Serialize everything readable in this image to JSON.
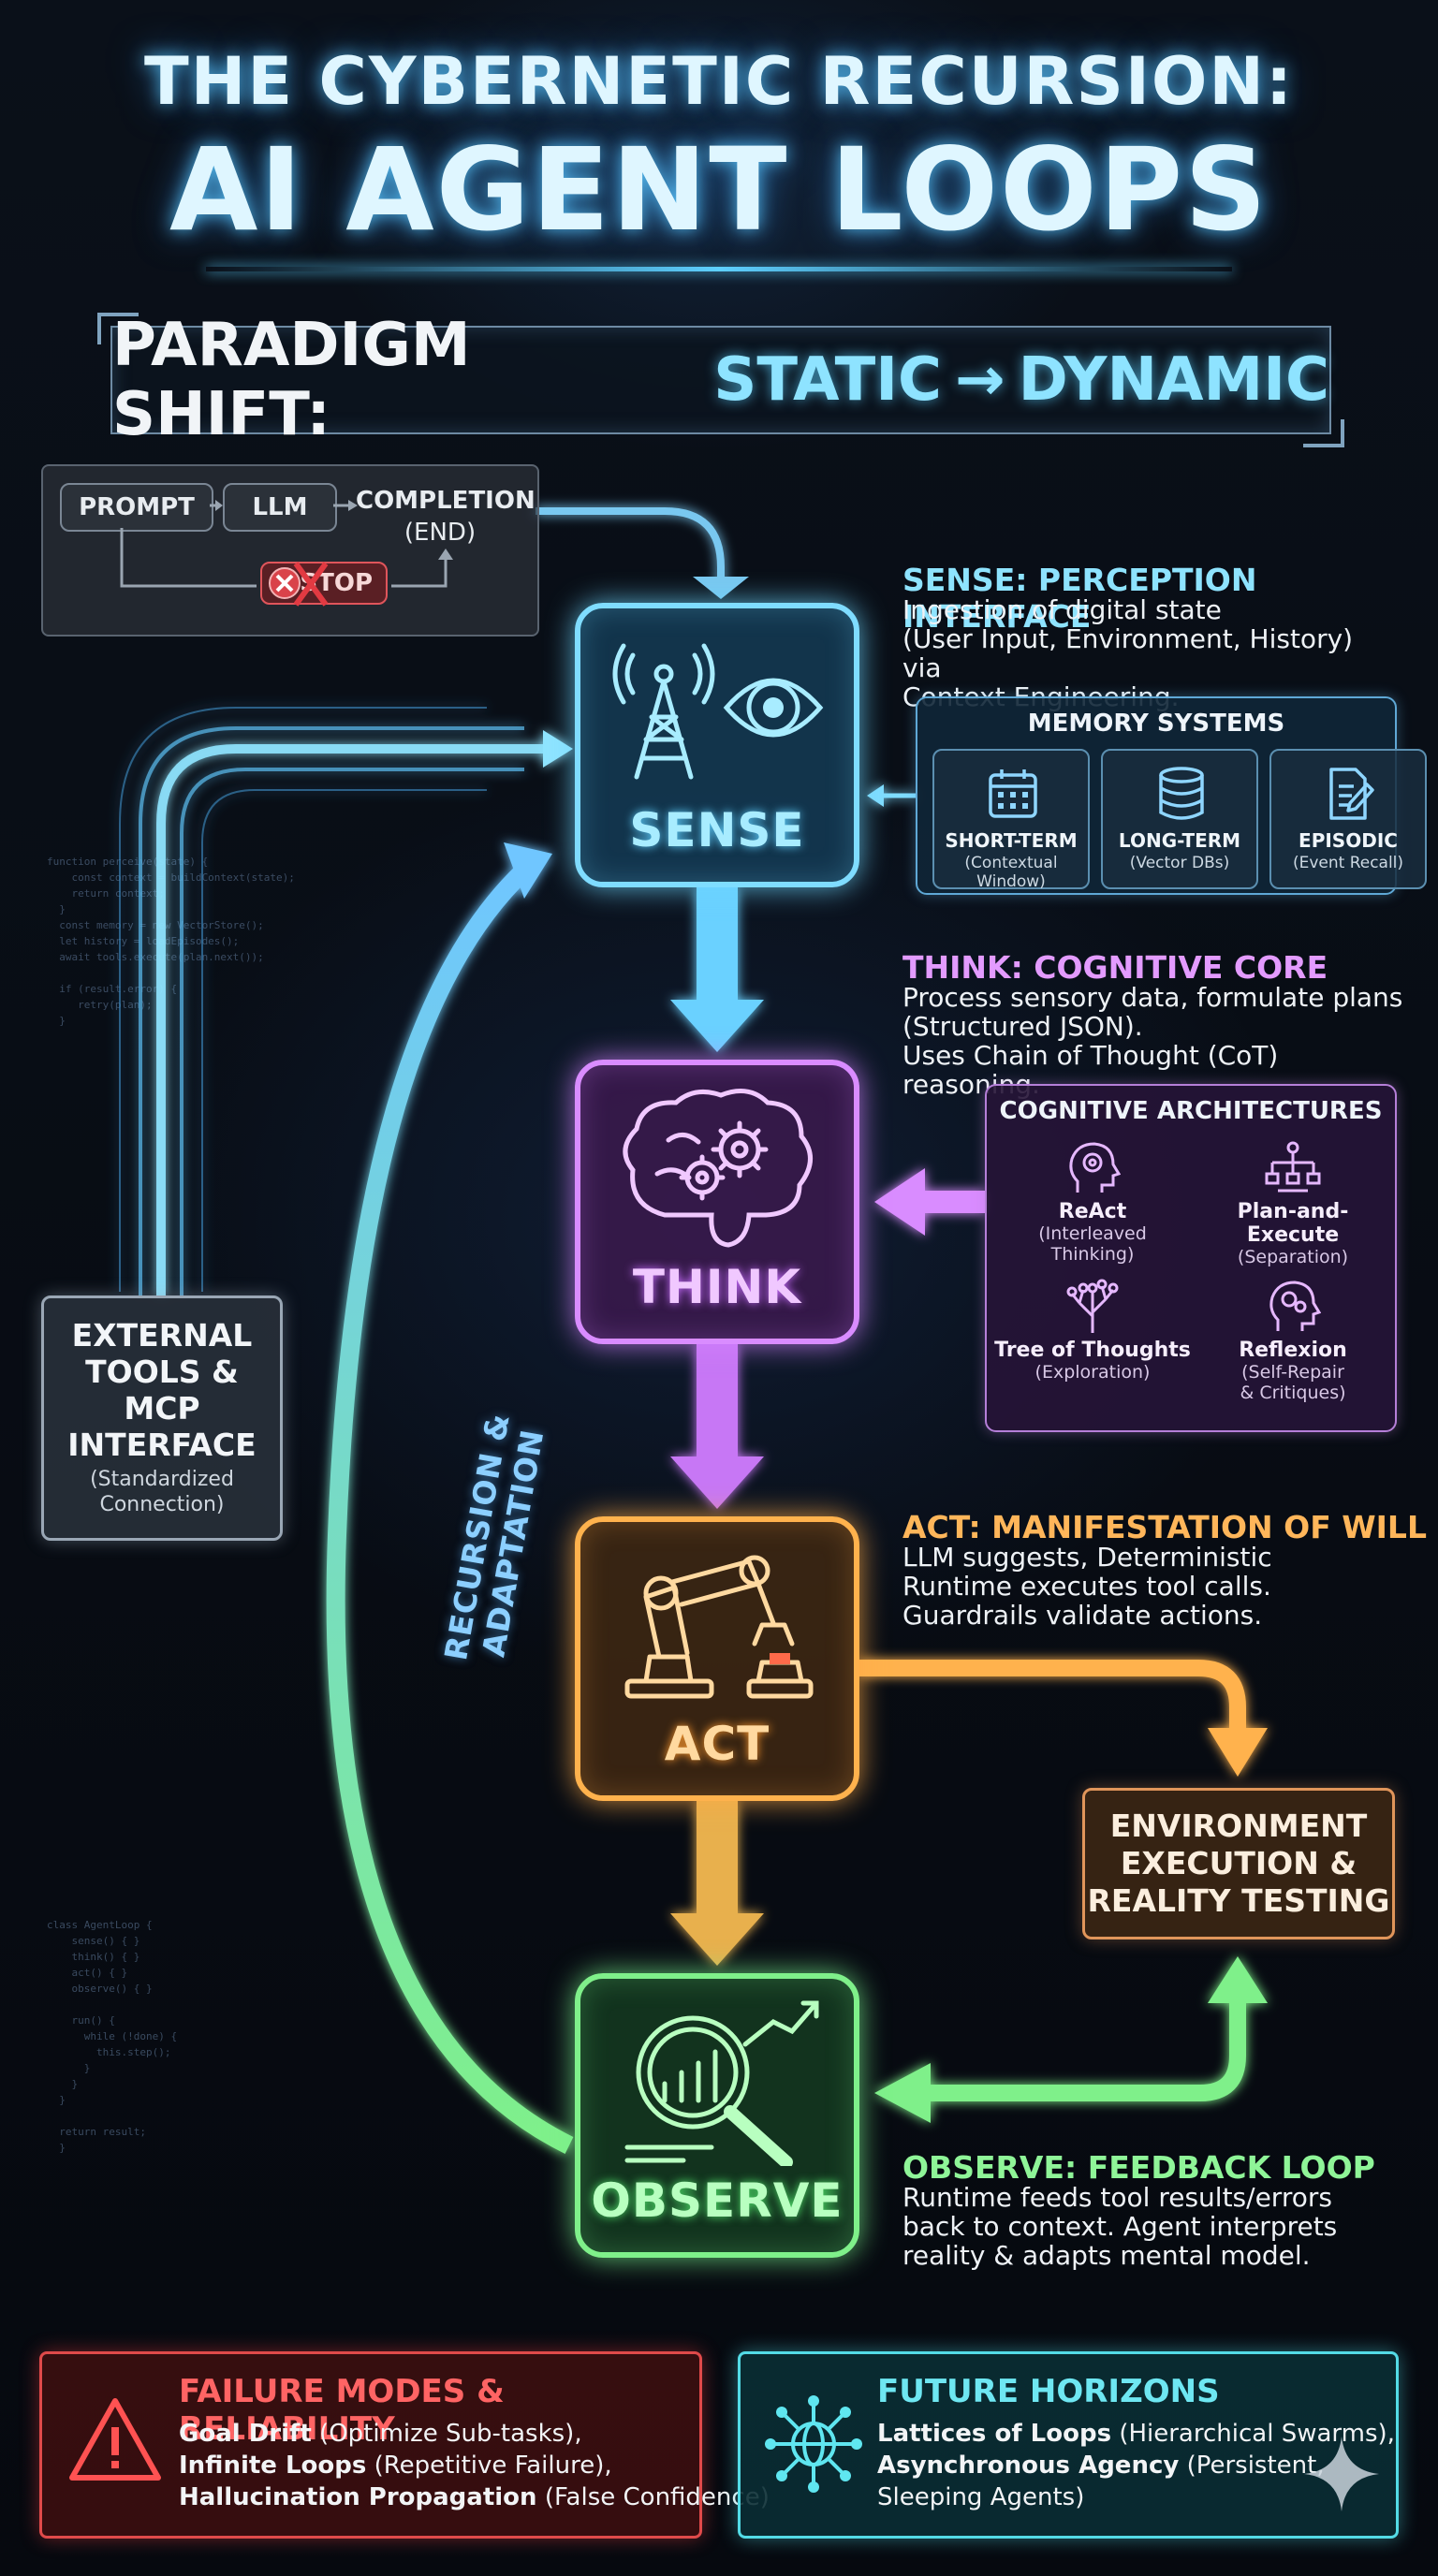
{
  "title": {
    "line1": "THE CYBERNETIC RECURSION:",
    "line2": "AI AGENT LOOPS"
  },
  "paradigm": {
    "prefix": "PARADIGM SHIFT:",
    "from": "STATIC",
    "arrow": "→",
    "to": "DYNAMIC"
  },
  "legacy": {
    "prompt": "PROMPT",
    "llm": "LLM",
    "completion": "COMPLETION",
    "end": "(END)",
    "stop": "STOP"
  },
  "nodes": {
    "sense": "SENSE",
    "think": "THINK",
    "act": "ACT",
    "observe": "OBSERVE"
  },
  "sense_section": {
    "title": "SENSE: PERCEPTION INTERFACE",
    "body": "Ingestion of digital state\n(User Input, Environment, History) via\nContext Engineering."
  },
  "memory": {
    "title": "MEMORY SYSTEMS",
    "items": [
      {
        "title": "SHORT-TERM",
        "sub": "(Contextual Window)"
      },
      {
        "title": "LONG-TERM",
        "sub": "(Vector DBs)"
      },
      {
        "title": "EPISODIC",
        "sub": "(Event Recall)"
      }
    ]
  },
  "think_section": {
    "title": "THINK: COGNITIVE CORE",
    "body": "Process sensory data, formulate plans\n(Structured JSON).\nUses Chain of Thought (CoT) reasoning."
  },
  "architectures": {
    "title": "COGNITIVE ARCHITECTURES",
    "items": [
      {
        "title": "ReAct",
        "sub": "(Interleaved Thinking)"
      },
      {
        "title": "Plan-and-Execute",
        "sub": "(Separation)"
      },
      {
        "title": "Tree of Thoughts",
        "sub": "(Exploration)"
      },
      {
        "title": "Reflexion",
        "sub": "(Self-Repair\n& Critiques)"
      }
    ]
  },
  "act_section": {
    "title": "ACT: MANIFESTATION OF WILL",
    "body": "LLM suggests, Deterministic\nRuntime executes tool calls.\nGuardrails validate actions."
  },
  "observe_section": {
    "title": "OBSERVE: FEEDBACK LOOP",
    "body": "Runtime feeds tool results/errors\nback to context. Agent interprets\nreality & adapts mental model."
  },
  "external_tools": {
    "title": "EXTERNAL\nTOOLS &\nMCP\nINTERFACE",
    "sub": "(Standardized\nConnection)"
  },
  "environment": {
    "title": "ENVIRONMENT\nEXECUTION &\nREALITY TESTING"
  },
  "recursion_label": "RECURSION & ADAPTATION",
  "failure": {
    "title": "FAILURE MODES & RELIABILITY",
    "lines": [
      {
        "bold": "Goal Drift",
        "rest": " (Optimize Sub-tasks),"
      },
      {
        "bold": "Infinite Loops",
        "rest": " (Repetitive Failure),"
      },
      {
        "bold": "Hallucination Propagation",
        "rest": " (False Confidence)"
      }
    ]
  },
  "future": {
    "title": "FUTURE HORIZONS",
    "lines": [
      {
        "bold": "Lattices of Loops",
        "rest": " (Hierarchical Swarms),"
      },
      {
        "bold": "Asynchronous Agency",
        "rest": " (Persistent,"
      },
      {
        "bold": "",
        "rest": "Sleeping Agents)"
      }
    ]
  },
  "colors": {
    "sense": "#7fdcff",
    "think": "#d98cff",
    "act": "#ffb24d",
    "observe": "#7ff08a",
    "failure": "#e04a4a",
    "future": "#53dbe6"
  }
}
